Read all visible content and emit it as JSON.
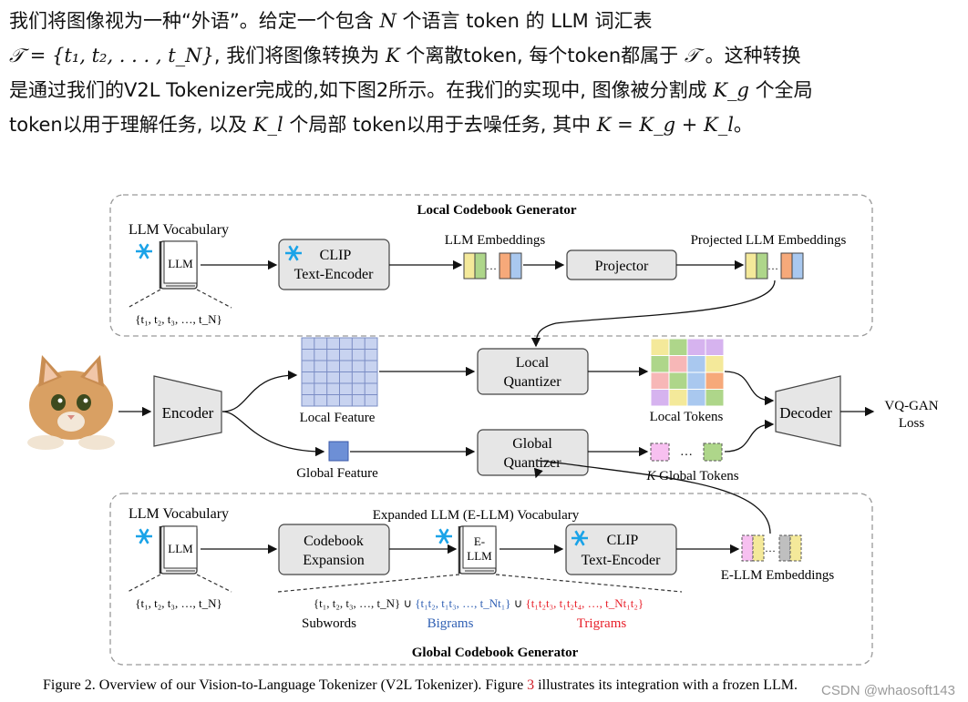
{
  "paragraph": {
    "line1a": "我们将图像视为一种“外语”。给定一个包含",
    "line1_N": "N",
    "line1b": "个语言 token 的 LLM 词汇表",
    "line2_T": "𝒯 = {t₁, t₂, . . . , t_N}",
    "line2b": ", 我们将图像转换为",
    "line2_K": "K",
    "line2c": "个离散token, 每个token都属于",
    "line2_T2": "𝒯",
    "line2d": "。这种转换",
    "line3a": "是通过我们的V2L Tokenizer完成的,如下图2所示。在我们的实现中, 图像被分割成",
    "line3_Kg": "K_g",
    "line3b": "个全局",
    "line4a": "token以用于理解任务, 以及",
    "line4_Kl": "K_l",
    "line4b": "个局部 token以用于去噪任务, 其中",
    "line4_eq": "K = K_g + K_l",
    "line4c": "。"
  },
  "figure": {
    "local_generator_title": "Local Codebook Generator",
    "global_generator_title": "Global Codebook Generator",
    "llm_vocabulary": "LLM Vocabulary",
    "book_label": "LLM",
    "token_set": "{t₁, t₂, t₃, …, t_N}",
    "clip_line1": "CLIP",
    "clip_line2": "Text-Encoder",
    "llm_embeddings": "LLM Embeddings",
    "projector": "Projector",
    "projected_embeddings": "Projected LLM Embeddings",
    "encoder": "Encoder",
    "local_feature": "Local Feature",
    "global_feature": "Global Feature",
    "local_quantizer_line1": "Local",
    "local_quantizer_line2": "Quantizer",
    "global_quantizer_line1": "Global",
    "global_quantizer_line2": "Quantizer",
    "local_tokens": "Local Tokens",
    "k_global_tokens_k": "K",
    "k_global_tokens": "Global Tokens",
    "ellipsis": "…",
    "decoder": "Decoder",
    "loss_line1": "VQ-GAN",
    "loss_line2": "Loss",
    "codebook_expansion_line1": "Codebook",
    "codebook_expansion_line2": "Expansion",
    "expanded_vocab": "Expanded LLM (E-LLM) Vocabulary",
    "ebook_line1": "E-",
    "ebook_line2": "LLM",
    "e_llm_embeddings": "E-LLM Embeddings",
    "subwords_set": "{t₁, t₂, t₃, …, t_N}",
    "union": "∪",
    "bigrams_set": "{t₁t₂, t₁t₃, …, t_Nt₁}",
    "trigrams_set": "{t₁t₂t₃, t₁t₂t₄, …, t_Nt₁t₂}",
    "subwords": "Subwords",
    "bigrams": "Bigrams",
    "trigrams": "Trigrams",
    "caption_prefix": "Figure 2. Overview of our Vision-to-Language Tokenizer (V2L Tokenizer). Figure",
    "caption_ref": "3",
    "caption_suffix": "illustrates its integration with a frozen LLM."
  },
  "watermark": "CSDN @whaosoft143",
  "colors": {
    "bigram_blue": "#2f5fb3",
    "trigram_red": "#e8202a",
    "caption_ref_red": "#d0202a",
    "snowflake": "#1aa3e8",
    "box_gray": "#e6e6e6",
    "grid_blue": "#c8d3f0",
    "global_feature_blue": "#6d8fd6"
  },
  "local_token_colors": [
    [
      "#f4e99a",
      "#aed68a",
      "#d6b3ef",
      "#d6b3ef"
    ],
    [
      "#aed68a",
      "#f7b7b7",
      "#a9c8ef",
      "#f4e99a"
    ],
    [
      "#f7b7b7",
      "#aed68a",
      "#a9c8ef",
      "#f6a97a"
    ],
    [
      "#d6b3ef",
      "#f4e99a",
      "#a9c8ef",
      "#aed68a"
    ]
  ]
}
